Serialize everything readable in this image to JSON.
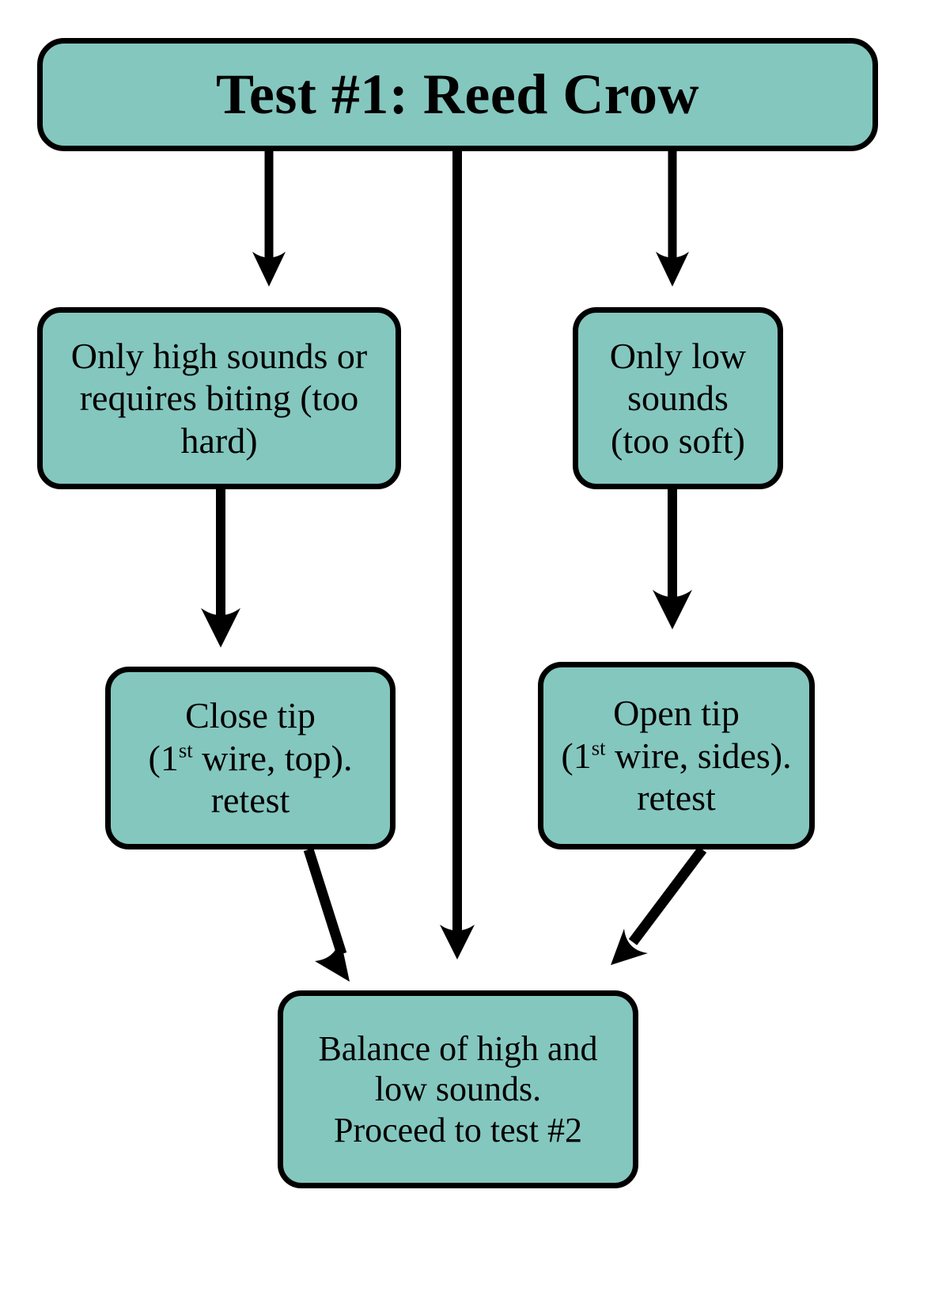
{
  "diagram": {
    "title_box": {
      "label": "Test #1: Reed Crow"
    },
    "nodes": [
      {
        "id": "too-hard",
        "line1": "Only high sounds or",
        "line2": "requires biting (too",
        "line3": "hard)"
      },
      {
        "id": "too-soft",
        "line1": "Only low",
        "line2": "sounds",
        "line3": "(too soft)"
      },
      {
        "id": "close-tip",
        "line1": "Close tip",
        "line2_pre": "(1",
        "line2_sup": "st",
        "line2_post": " wire, top).",
        "line3": "retest"
      },
      {
        "id": "open-tip",
        "line1": "Open tip",
        "line2_pre": "(1",
        "line2_sup": "st",
        "line2_post": " wire, sides).",
        "line3": "retest"
      },
      {
        "id": "balance",
        "line1": "Balance of high and",
        "line2": "low sounds.",
        "line3": "Proceed to test #2"
      }
    ],
    "colors": {
      "node_fill": "#84c7bf",
      "node_border": "#000000",
      "arrow": "#000000",
      "background": "#ffffff",
      "text": "#000000"
    }
  }
}
